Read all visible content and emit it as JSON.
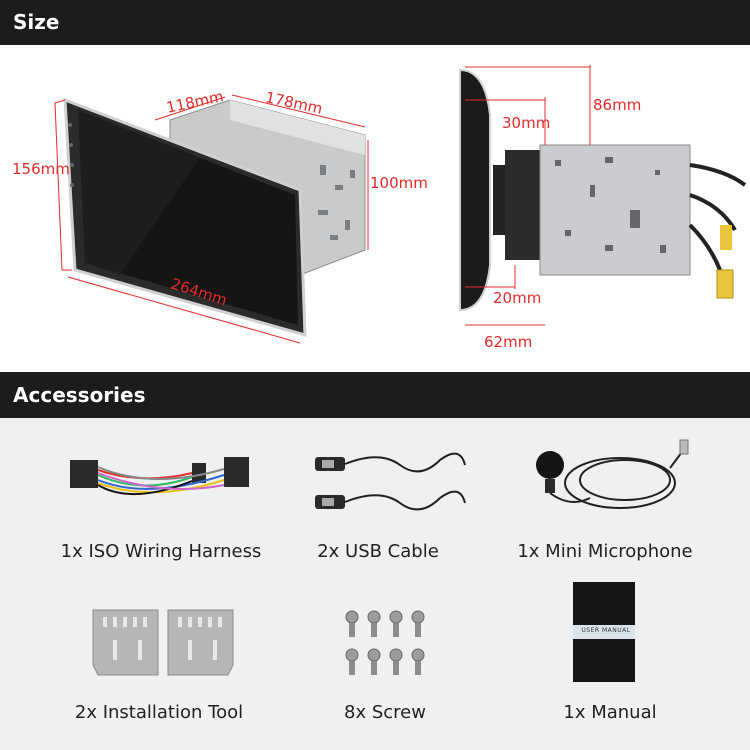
{
  "sections": {
    "size_title": "Size",
    "accessories_title": "Accessories"
  },
  "dimensions": {
    "width_118": "118mm",
    "depth_178": "178mm",
    "height_156": "156mm",
    "height_100": "100mm",
    "width_264": "264mm",
    "depth_30": "30mm",
    "depth_86": "86mm",
    "depth_20": "20mm",
    "depth_62": "62mm"
  },
  "accessories": [
    {
      "label": "1x ISO Wiring Harness",
      "icon": "wiring-harness-icon"
    },
    {
      "label": "2x USB Cable",
      "icon": "usb-cable-icon"
    },
    {
      "label": "1x Mini Microphone",
      "icon": "microphone-icon"
    },
    {
      "label": "2x Installation Tool",
      "icon": "mounting-bracket-icon"
    },
    {
      "label": "8x Screw",
      "icon": "screw-icon"
    },
    {
      "label": "1x Manual",
      "icon": "manual-icon"
    }
  ],
  "manual_cover_text": "USER MANUAL",
  "colors": {
    "header_bar": "#1c1c1c",
    "dimension_red": "#e32b2b",
    "accessory_panel": "#f0f0f0"
  }
}
